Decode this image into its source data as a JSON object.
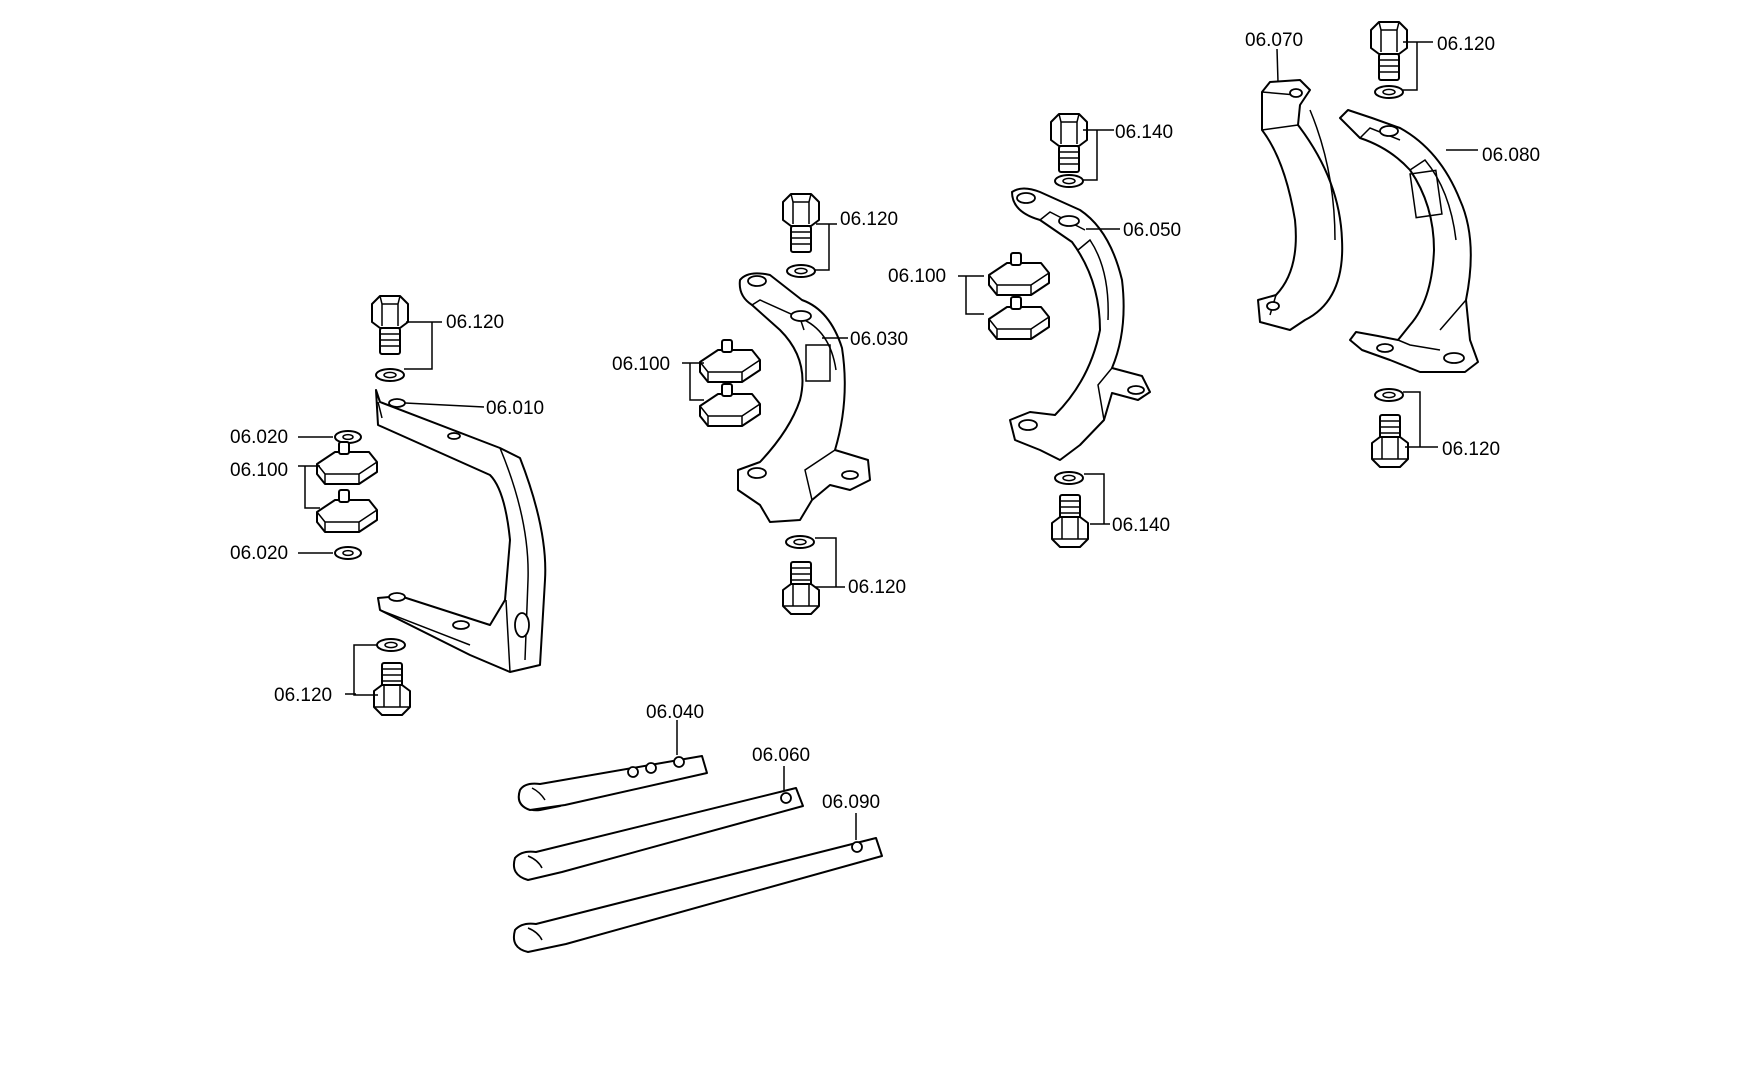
{
  "labels": {
    "l1": "06.120",
    "l2": "06.010",
    "l3": "06.020",
    "l4": "06.100",
    "l5": "06.020",
    "l6": "06.120",
    "l7": "06.120",
    "l8": "06.030",
    "l9": "06.100",
    "l10": "06.120",
    "l11": "06.140",
    "l12": "06.050",
    "l13": "06.100",
    "l14": "06.140",
    "l15": "06.070",
    "l16": "06.120",
    "l17": "06.080",
    "l18": "06.120",
    "l19": "06.040",
    "l20": "06.060",
    "l21": "06.090"
  }
}
